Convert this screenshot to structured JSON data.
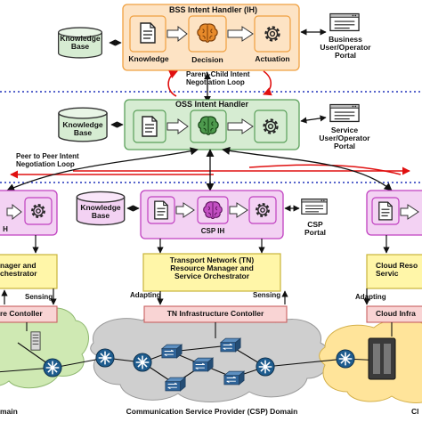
{
  "bss": {
    "title": "BSS Intent Handler (IH)",
    "knowledge_label": "Knowledge",
    "decision_label": "Decision",
    "actuation_label": "Actuation",
    "knowledge_base": [
      "Knowledge",
      "Base"
    ],
    "portal": [
      "Business",
      "User/Operator",
      "Portal"
    ]
  },
  "loop_parent_child": [
    "Parent-Child Intent",
    "Negotiation Loop"
  ],
  "oss": {
    "title": "OSS Intent Handler",
    "knowledge_base": [
      "Knowledge",
      "Base"
    ],
    "portal": [
      "Service",
      "User/Operator",
      "Portal"
    ]
  },
  "loop_peer": [
    "Peer to Peer Intent",
    "Negotiation Loop"
  ],
  "csp": {
    "ih_label": "CSP IH",
    "knowledge_base": [
      "Knowledge",
      "Base"
    ],
    "portal": [
      "CSP",
      "Portal"
    ],
    "tn_manager": [
      "Transport Network (TN)",
      "Resource Manager and",
      "Service Orchestrator"
    ],
    "adapting": "Adapting",
    "sensing": "Sensing",
    "infra": "TN Infrastructure Contoller",
    "domain": "Communication Service Provider (CSP) Domain"
  },
  "left_domain": {
    "ih_label": "H",
    "manager": [
      "nager and",
      "chestrator"
    ],
    "sensing": "Sensing",
    "infra": "re Contoller",
    "domain": "main"
  },
  "right_domain": {
    "manager": [
      "Cloud Reso",
      "Servic"
    ],
    "adapting": "Adapting",
    "infra": "Cloud Infra",
    "domain": "Cl"
  },
  "colors": {
    "bss_fill": "#fde3c4",
    "bss_stroke": "#f0a040",
    "oss_fill": "#d6ecd2",
    "oss_stroke": "#5aa05a",
    "csp_fill": "#f3d2f3",
    "csp_stroke": "#c040c0",
    "manager_fill": "#fff6a8",
    "infra_fill": "#f9d4d4",
    "loop_red": "#e01010",
    "divider_blue": "#2233bb"
  },
  "icons": [
    "document-icon",
    "brain-icon",
    "gear-icon",
    "database-icon",
    "portal-window-icon",
    "router-icon",
    "server-icon"
  ]
}
